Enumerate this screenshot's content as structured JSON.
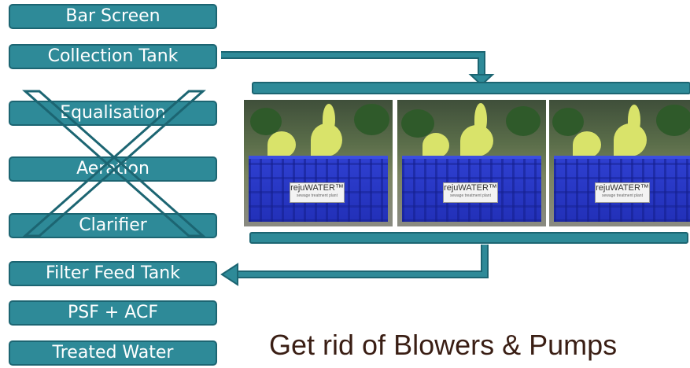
{
  "steps": [
    {
      "label": "Bar Screen"
    },
    {
      "label": "Collection Tank"
    },
    {
      "label": "Equalisation"
    },
    {
      "label": "Aeration"
    },
    {
      "label": "Clarifier"
    },
    {
      "label": "Filter Feed Tank"
    },
    {
      "label": "PSF + ACF"
    },
    {
      "label": "Treated Water"
    }
  ],
  "crate_label": {
    "brand_prefix": "reju",
    "brand_suffix": "WATER",
    "tm": "™",
    "tagline": "sewage treatment plant"
  },
  "caption": "Get rid of Blowers & Pumps",
  "colors": {
    "step_fill": "#2e8a98",
    "step_border": "#1c6572",
    "caption": "#3a1e14",
    "crate": "#2230b8"
  }
}
